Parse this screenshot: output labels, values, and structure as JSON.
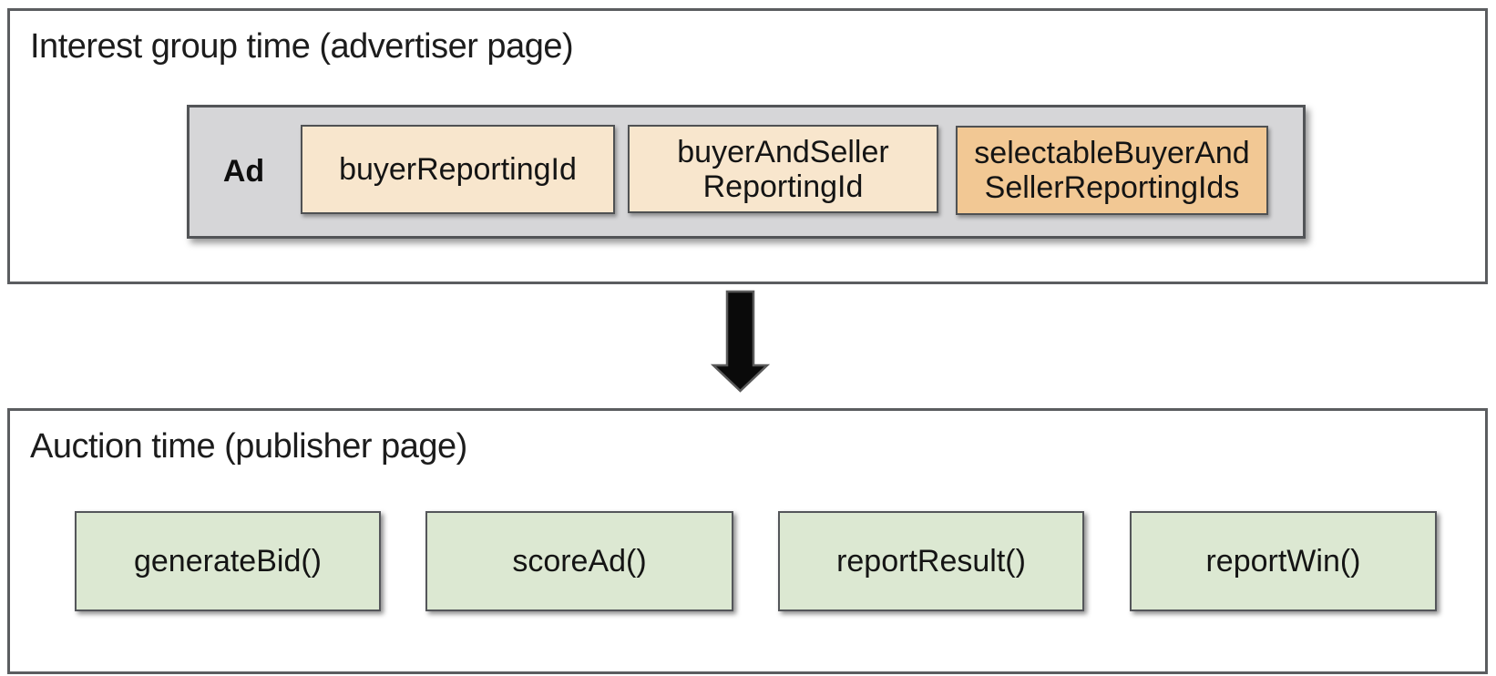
{
  "top": {
    "title": "Interest group time (advertiser page)",
    "ad_label": "Ad",
    "box1": {
      "line1": "buyerReportingId"
    },
    "box2": {
      "line1": "buyerAndSeller",
      "line2": "ReportingId"
    },
    "box3": {
      "line1": "selectableBuyerAnd",
      "line2": "SellerReportingIds"
    }
  },
  "arrow": {
    "icon": "down-arrow"
  },
  "bottom": {
    "title": "Auction time (publisher page)",
    "box1": {
      "label": "generateBid()"
    },
    "box2": {
      "label": "scoreAd()"
    },
    "box3": {
      "label": "reportResult()"
    },
    "box4": {
      "label": "reportWin()"
    }
  },
  "colors": {
    "panel_border": "#5b5d60",
    "ad_container_fill": "#d6d6d8",
    "id_box_peach_fill": "#f8e6cd",
    "id_box_orange_fill": "#f2c894",
    "small_box_border": "#4f5153",
    "function_box_fill": "#dce8d2",
    "arrow_fill": "#0a0a0a",
    "text": "#161616"
  }
}
